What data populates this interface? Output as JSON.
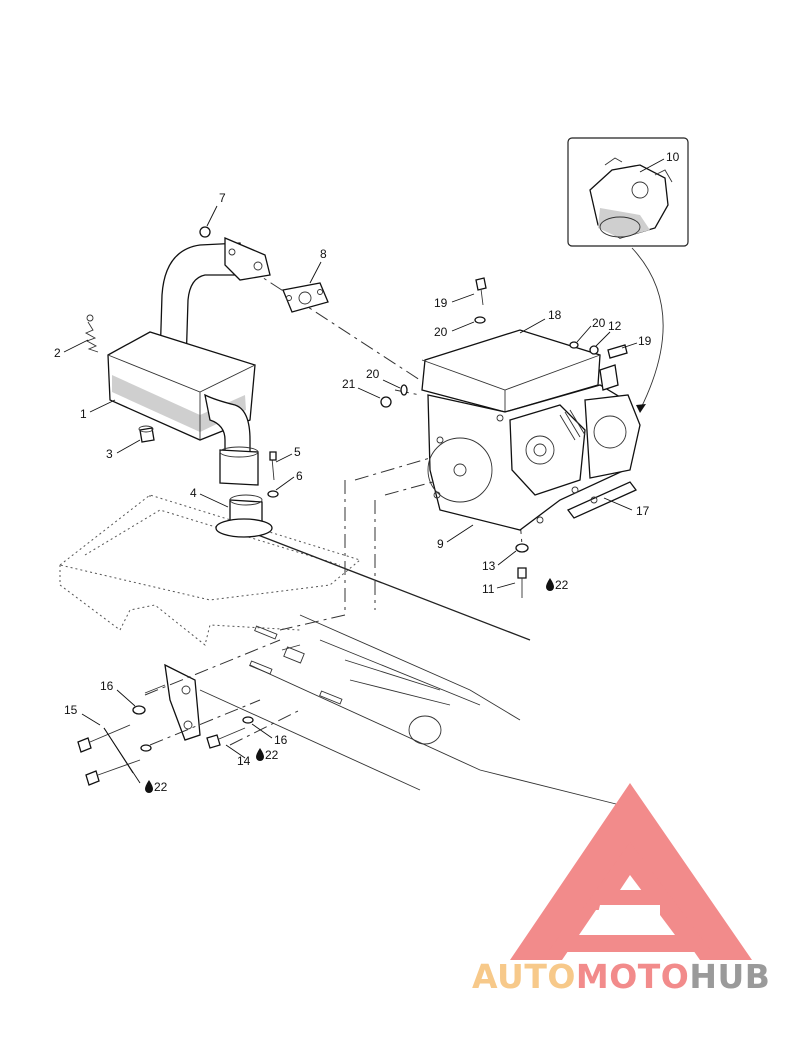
{
  "diagram": {
    "callouts": [
      {
        "id": "c1",
        "label": "1"
      },
      {
        "id": "c2",
        "label": "2"
      },
      {
        "id": "c3",
        "label": "3"
      },
      {
        "id": "c4",
        "label": "4"
      },
      {
        "id": "c5",
        "label": "5"
      },
      {
        "id": "c6",
        "label": "6"
      },
      {
        "id": "c7",
        "label": "7"
      },
      {
        "id": "c8",
        "label": "8"
      },
      {
        "id": "c9",
        "label": "9"
      },
      {
        "id": "c10",
        "label": "10"
      },
      {
        "id": "c11",
        "label": "11"
      },
      {
        "id": "c12",
        "label": "12"
      },
      {
        "id": "c13",
        "label": "13"
      },
      {
        "id": "c14",
        "label": "14"
      },
      {
        "id": "c15",
        "label": "15"
      },
      {
        "id": "c16a",
        "label": "16"
      },
      {
        "id": "c16b",
        "label": "16"
      },
      {
        "id": "c17",
        "label": "17"
      },
      {
        "id": "c18",
        "label": "18"
      },
      {
        "id": "c19a",
        "label": "19"
      },
      {
        "id": "c19b",
        "label": "19"
      },
      {
        "id": "c20a",
        "label": "20"
      },
      {
        "id": "c20b",
        "label": "20"
      },
      {
        "id": "c20c",
        "label": "20"
      },
      {
        "id": "c21",
        "label": "21"
      },
      {
        "id": "c22a",
        "label": "22"
      },
      {
        "id": "c22b",
        "label": "22"
      },
      {
        "id": "c22c",
        "label": "22"
      }
    ]
  },
  "watermark": {
    "part1": "AUTO",
    "part2": "MOTO",
    "part3": "HUB",
    "color_light": "#f7c98a",
    "color_red": "#f28b8b",
    "color_gray": "#9a9a9a"
  }
}
